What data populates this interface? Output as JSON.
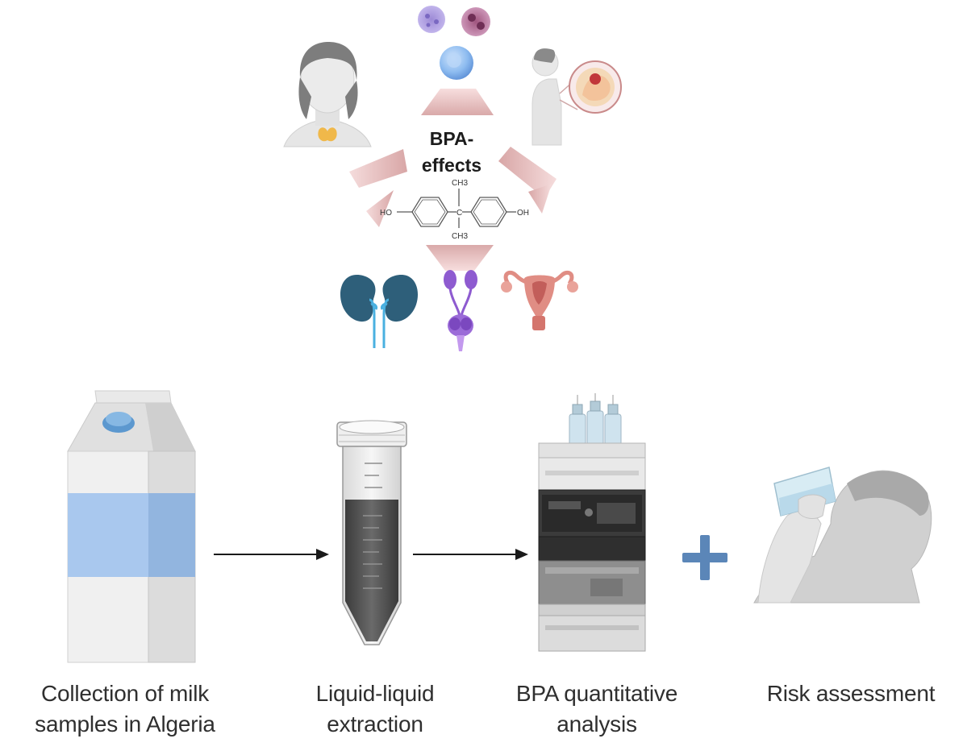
{
  "header": {
    "title_line1": "BPA-",
    "title_line2": "effects"
  },
  "molecule": {
    "left_group": "HO",
    "right_group": "OH",
    "top_group": "CH3",
    "bottom_group": "CH3",
    "center": "C"
  },
  "steps": [
    {
      "line1": "Collection of milk",
      "line2": "samples in Algeria"
    },
    {
      "line1": "Liquid-liquid",
      "line2": "extraction"
    },
    {
      "line1": "BPA quantitative",
      "line2": "analysis"
    },
    {
      "line1": "Risk assessment",
      "line2": ""
    }
  ],
  "colors": {
    "milk_band": "#a9c8ee",
    "kidney": "#2e5f7a",
    "prostate": "#8e5bd0",
    "uterus": "#e08d84",
    "plus": "#5b86b8",
    "arrow": "#1a1a1a"
  }
}
